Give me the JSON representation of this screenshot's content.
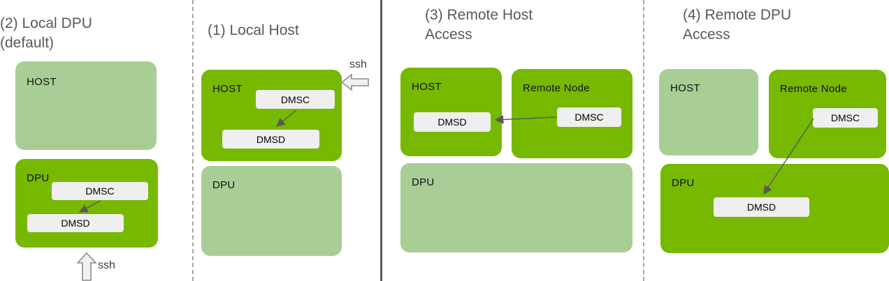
{
  "colors": {
    "bright-green": "#76B900",
    "light-green": "#A8CE95",
    "chip-gray": "#EFEFEF",
    "title-gray": "#595959",
    "arrow-gray": "#595959",
    "divider-gray": "#A6A6A6",
    "ssh-arrow-fill": "#F1F1F1",
    "ssh-arrow-stroke": "#8C8C8C"
  },
  "panels": [
    {
      "title": "(2) Local DPU (default)",
      "title_lines": [
        "(2) Local DPU",
        "(default)"
      ],
      "host_label": "HOST",
      "dpu_label": "DPU",
      "dmsc_label": "DMSC",
      "dmsd_label": "DMSD",
      "ssh_label": "ssh",
      "connection": "DMSC → DMSD inside DPU; ssh arrow points up into DPU"
    },
    {
      "title": "(1) Local Host",
      "title_lines": [
        "(1) Local Host"
      ],
      "host_label": "HOST",
      "dpu_label": "DPU",
      "dmsc_label": "DMSC",
      "dmsd_label": "DMSD",
      "ssh_label": "ssh",
      "connection": "DMSC → DMSD inside HOST; ssh arrow points left into HOST"
    },
    {
      "title": "(3) Remote Host Access",
      "title_lines": [
        "(3) Remote Host",
        "Access"
      ],
      "host_label": "HOST",
      "remote_node_label": "Remote Node",
      "dpu_label": "DPU",
      "dmsc_label": "DMSC",
      "dmsd_label": "DMSD",
      "connection": "DMSC in Remote Node → DMSD in HOST"
    },
    {
      "title": "(4) Remote DPU Access",
      "title_lines": [
        "(4) Remote DPU",
        "Access"
      ],
      "host_label": "HOST",
      "remote_node_label": "Remote Node",
      "dpu_label": "DPU",
      "dmsc_label": "DMSC",
      "dmsd_label": "DMSD",
      "connection": "DMSC in Remote Node → DMSD in DPU"
    }
  ]
}
